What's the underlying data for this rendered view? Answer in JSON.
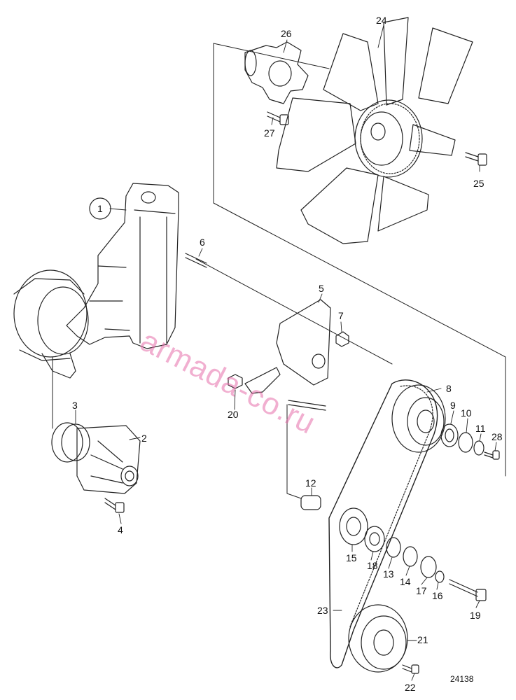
{
  "drawing": {
    "reference_number": "24138",
    "watermark_text": "armada-co.ru",
    "watermark_color": "#e66eaa",
    "line_color": "#222222"
  },
  "callouts": [
    {
      "id": "1",
      "part": "bracket-housing",
      "circled": true
    },
    {
      "id": "2",
      "part": "coolant-pump"
    },
    {
      "id": "3",
      "part": "pump-seal-ring"
    },
    {
      "id": "4",
      "part": "pump-bolt"
    },
    {
      "id": "5",
      "part": "tensioner-bracket-plate"
    },
    {
      "id": "6",
      "part": "stud"
    },
    {
      "id": "7",
      "part": "nut"
    },
    {
      "id": "8",
      "part": "fan-pulley"
    },
    {
      "id": "9",
      "part": "bearing"
    },
    {
      "id": "10",
      "part": "snap-ring"
    },
    {
      "id": "11",
      "part": "washer"
    },
    {
      "id": "12",
      "part": "spacer-sleeve"
    },
    {
      "id": "13",
      "part": "spacer-ring"
    },
    {
      "id": "14",
      "part": "seal-ring"
    },
    {
      "id": "15",
      "part": "idler-pulley"
    },
    {
      "id": "16",
      "part": "washer"
    },
    {
      "id": "17",
      "part": "circlip"
    },
    {
      "id": "18",
      "part": "bearing"
    },
    {
      "id": "19",
      "part": "bolt"
    },
    {
      "id": "20",
      "part": "nut"
    },
    {
      "id": "21",
      "part": "crankshaft-pulley"
    },
    {
      "id": "22",
      "part": "screw"
    },
    {
      "id": "23",
      "part": "drive-belt"
    },
    {
      "id": "24",
      "part": "cooling-fan"
    },
    {
      "id": "25",
      "part": "fan-bolt"
    },
    {
      "id": "26",
      "part": "fan-hub"
    },
    {
      "id": "27",
      "part": "hub-bolt"
    },
    {
      "id": "28",
      "part": "screw"
    }
  ]
}
